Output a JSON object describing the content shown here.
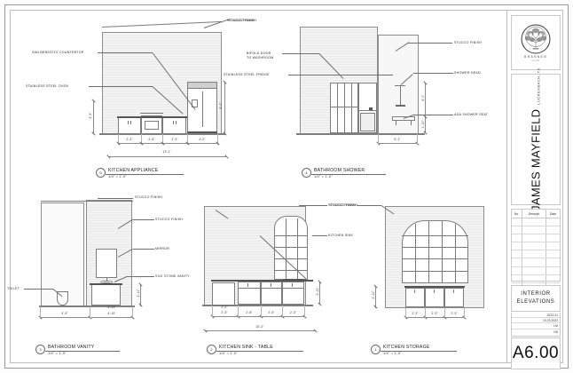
{
  "sheet": {
    "number": "A6.00",
    "title_line1": "INTERIOR",
    "title_line2": "ELEVATIONS"
  },
  "titleblock": {
    "logo": {
      "icon": "tree-logo-icon",
      "name": "BRANNEN",
      "sub": "studio"
    },
    "project_name": "JAMES MAYFIELD",
    "project_location": "LUCKENBACH, TX",
    "revision_header": {
      "no": "No.",
      "descript": "Descript",
      "date": "Date"
    },
    "info": {
      "project_number": "2022-01",
      "date": "10.23.2022",
      "drawn_by": "LM",
      "checked_by": "HS"
    }
  },
  "drawings": [
    {
      "id": "kitchen-appliance",
      "bubble": "5",
      "name": "KITCHEN APPLIANCE",
      "scale": "1/4\" = 1'-0\"",
      "labels": [
        "SAN BENEDITO COUNTERTOP",
        "STAINLESS STEEL OVEN",
        "STUCCO FINISH",
        "STAINLESS STEEL FRIDGE"
      ],
      "dims": [
        "2'-3\"",
        "2'-6\"",
        "2'-3\"",
        "4'-0\""
      ],
      "dim_total": "13'-1\"",
      "dim_vert_left": "3'-3\"",
      "dim_vert_right": "5'-0\""
    },
    {
      "id": "bathroom-shower",
      "bubble": "4",
      "name": "BATHROOM SHOWER",
      "scale": "1/4\" = 1'-0\"",
      "labels": [
        "BIFOLD DOOR",
        "TO WASHROOM",
        "STUCCO FINISH",
        "SHOWER HEAD",
        "ADA SHOWER SEAT"
      ],
      "dims": [
        "5'-1\""
      ],
      "dim_vert_upper": "6'-0\"",
      "dim_vert_lower": "1'-10\""
    },
    {
      "id": "bathroom-vanity",
      "bubble": "3",
      "name": "BATHROOM VANITY",
      "scale": "1/4\" = 1'-0\"",
      "labels": [
        "STUCCO FINISH",
        "STUCCO FINISH",
        "MIRROR",
        "SILE STONE VANITY",
        "TOILET"
      ],
      "dims": [
        "4'-9\"",
        "4'-10\""
      ],
      "dim_upper": "2'-11\"",
      "dim_vert": "2'-11\""
    },
    {
      "id": "kitchen-sink-table",
      "bubble": "2",
      "name": "KITCHEN SINK - TABLE",
      "scale": "1/4\" = 1'-0\"",
      "labels": [
        "STUCCO FINISH",
        "KITCHEN SINK"
      ],
      "dims": [
        "2'-0\"",
        "2'-3\"",
        "2'-8\"",
        "2'-5\"",
        "2'-3\""
      ],
      "dim_total": "10'-2\"",
      "dim_vert": "2'-11\""
    },
    {
      "id": "kitchen-storage",
      "bubble": "1",
      "name": "KITCHEN STORAGE",
      "scale": "1/4\" = 1'-0\"",
      "labels": [
        "STUCCO FINISH"
      ],
      "dims": [
        "2'-3\"",
        "2'-3\"",
        "2'-3\""
      ],
      "dim_vert": "2'-11\""
    }
  ]
}
